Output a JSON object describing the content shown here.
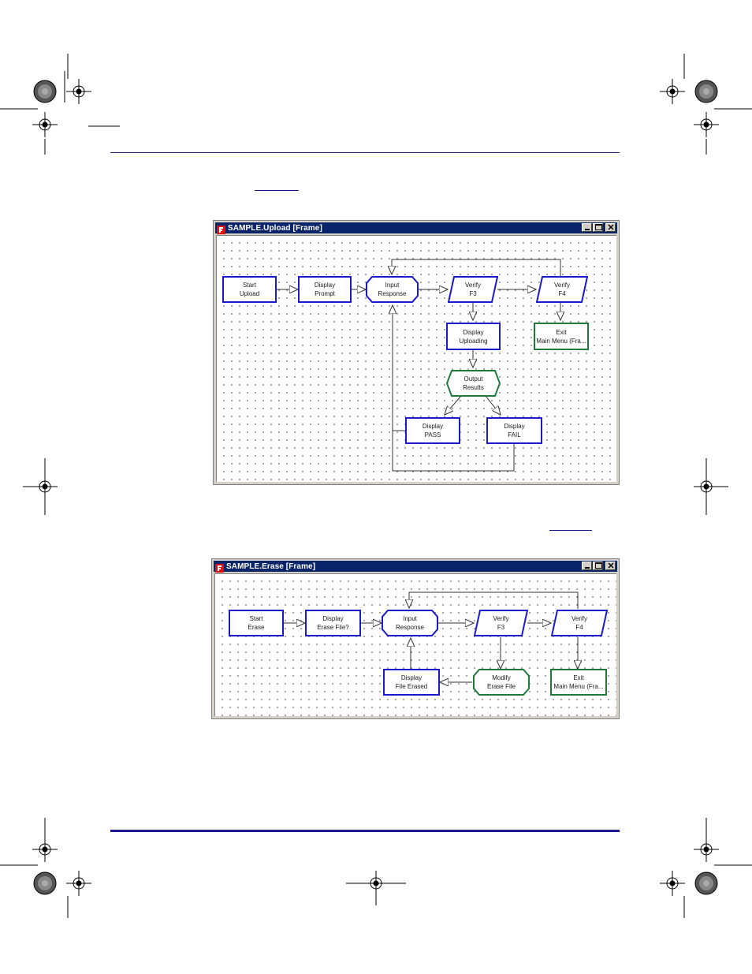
{
  "windows": [
    {
      "title": "SAMPLE.Upload [Frame]",
      "nodes": {
        "start_upload": [
          "Start",
          "Upload"
        ],
        "display_prompt": [
          "Display",
          "Prompt"
        ],
        "input_response": [
          "Input",
          "Response"
        ],
        "verify_f3": [
          "Verify",
          "F3"
        ],
        "verify_f4": [
          "Verify",
          "F4"
        ],
        "display_uploading": [
          "Display",
          "Uploading"
        ],
        "exit_main_menu": [
          "Exit",
          "Main Menu (Fra..."
        ],
        "output_results": [
          "Output",
          "Results"
        ],
        "display_pass": [
          "Display",
          "PASS"
        ],
        "display_fail": [
          "Display",
          "FAIL"
        ]
      }
    },
    {
      "title": "SAMPLE.Erase [Frame]",
      "nodes": {
        "start_erase": [
          "Start",
          "Erase"
        ],
        "display_erase_file": [
          "Display",
          "Erase File?"
        ],
        "input_response": [
          "Input",
          "Response"
        ],
        "verify_f3": [
          "Verify",
          "F3"
        ],
        "verify_f4": [
          "Verify",
          "F4"
        ],
        "display_file_erased": [
          "Display",
          "File Erased"
        ],
        "modify_erase_file": [
          "Modify",
          "Erase File"
        ],
        "exit_main_menu": [
          "Exit",
          "Main Menu (Fra..."
        ]
      }
    }
  ],
  "colors": {
    "process_border": "#1a1acc",
    "special_border": "#1f7a3a",
    "titlebar": "#0a246a",
    "rule": "#1a1a8c"
  },
  "icons": {
    "app": "flowchart-app-icon",
    "minimize": "minimize-icon",
    "maximize": "maximize-icon",
    "close": "close-icon",
    "registration": "crop-registration-mark-icon",
    "color_bar": "press-color-wheel-icon"
  }
}
